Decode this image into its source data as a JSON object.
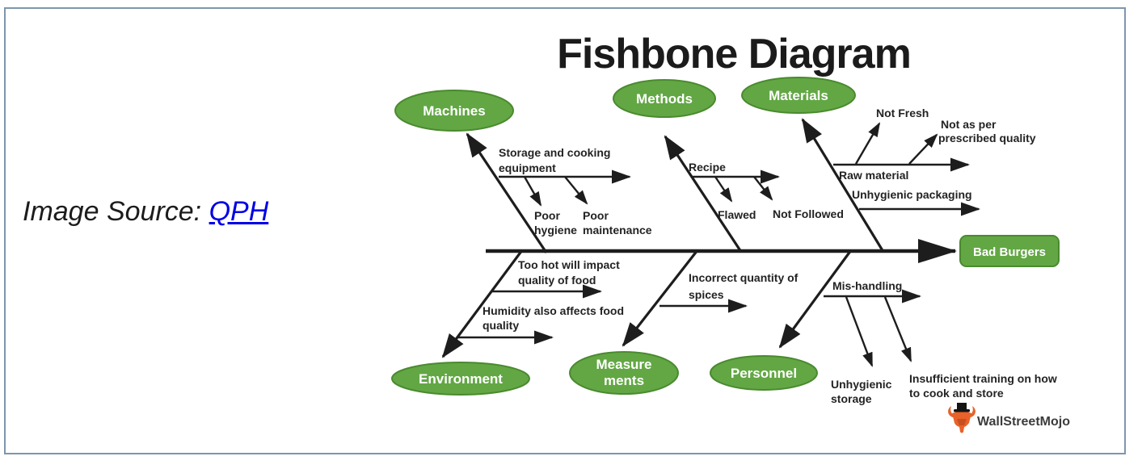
{
  "title": "Fishbone Diagram",
  "source": {
    "label": "Image Source:",
    "link": "QPH"
  },
  "effect": "Bad Burgers",
  "branches": {
    "machines": {
      "category": "Machines",
      "cause1_l1": "Storage and cooking",
      "cause1_l2": "equipment",
      "sub1_l1": "Poor",
      "sub1_l2": "hygiene",
      "sub2_l1": "Poor",
      "sub2_l2": "maintenance"
    },
    "methods": {
      "category": "Methods",
      "cause1": "Recipe",
      "sub1": "Flawed",
      "sub2": "Not Followed"
    },
    "materials": {
      "category": "Materials",
      "cause1": "Raw material",
      "cause2": "Unhygienic packaging",
      "sub1": "Not Fresh",
      "sub2_l1": "Not as per",
      "sub2_l2": "prescribed quality"
    },
    "environment": {
      "category": "Environment",
      "cause1_l1": "Too hot will impact",
      "cause1_l2": "quality of food",
      "cause2_l1": "Humidity also affects food",
      "cause2_l2": "quality"
    },
    "measurements": {
      "category_l1": "Measure",
      "category_l2": "ments",
      "cause1_l1": "Incorrect quantity of",
      "cause1_l2": "spices"
    },
    "personnel": {
      "category": "Personnel",
      "cause1": "Mis-handling",
      "sub1_l1": "Unhygienic",
      "sub1_l2": "storage",
      "sub2_l1": "Insufficient training on how",
      "sub2_l2": "to cook and store"
    }
  },
  "branding": {
    "watermark": "WallStreetMojo"
  },
  "colors": {
    "node_fill": "#62a744",
    "node_border": "#4a8a2f",
    "bone": "#1d1d1d",
    "link": "#0000e6",
    "frame": "#7e96ad",
    "brand_orange": "#e8622a"
  }
}
